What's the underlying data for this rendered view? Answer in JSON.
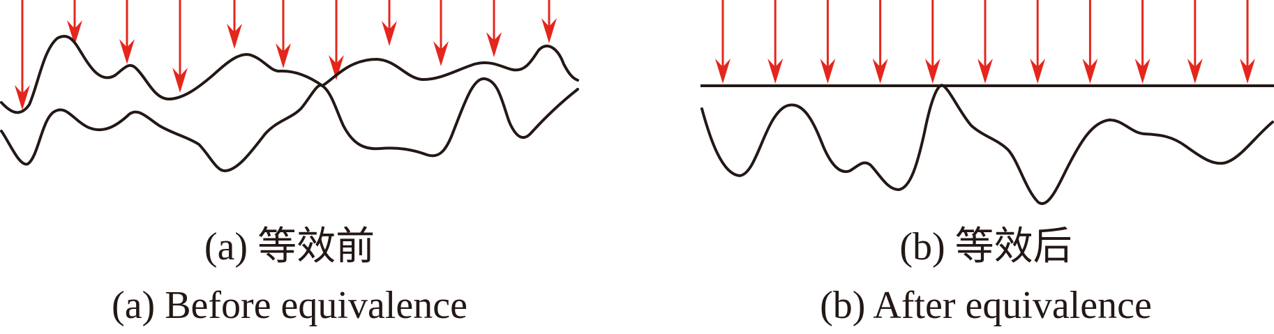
{
  "colors": {
    "arrow": "#e4261c",
    "line": "#231815",
    "background": "#ffffff"
  },
  "panel_a": {
    "caption_zh": "(a) 等效前",
    "caption_en": "(a) Before equivalence",
    "arrow_count": 11
  },
  "panel_b": {
    "caption_zh": "(b) 等效后",
    "caption_en": "(b) After equivalence",
    "arrow_count": 11
  }
}
